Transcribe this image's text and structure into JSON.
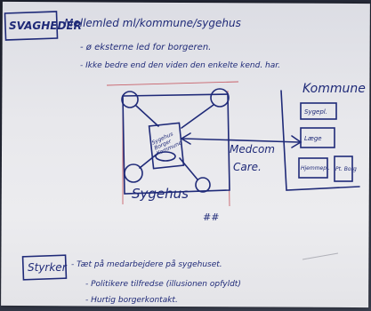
{
  "whiteboard": {
    "weakness": {
      "label": "SVAGHEDER",
      "line1": "Mellemled ml/kommune/sygehus",
      "line2": "- ø eksterne led for borgeren.",
      "line3": "- Ikke bedre end den viden den enkelte kend. har."
    },
    "diagram": {
      "kommune": "Kommune",
      "sygehus": "Sygehus",
      "medcom": "Medcom",
      "care": "Care.",
      "center_box": "Sygehus\nBorger\nKommune",
      "kommune_box_1": "Sygepl.",
      "kommune_box_2": "Læge",
      "kommune_box_3": "Hjemmepl.",
      "kommune_box_4": "Pt. Borg",
      "mark": "##"
    },
    "strength": {
      "label": "Styrker",
      "line1": "- Tæt på medarbejdere på sygehuset.",
      "line2": "- Politikere tilfredse (illusionen opfyldt)",
      "line3": "- Hurtig borgerkontakt."
    }
  }
}
